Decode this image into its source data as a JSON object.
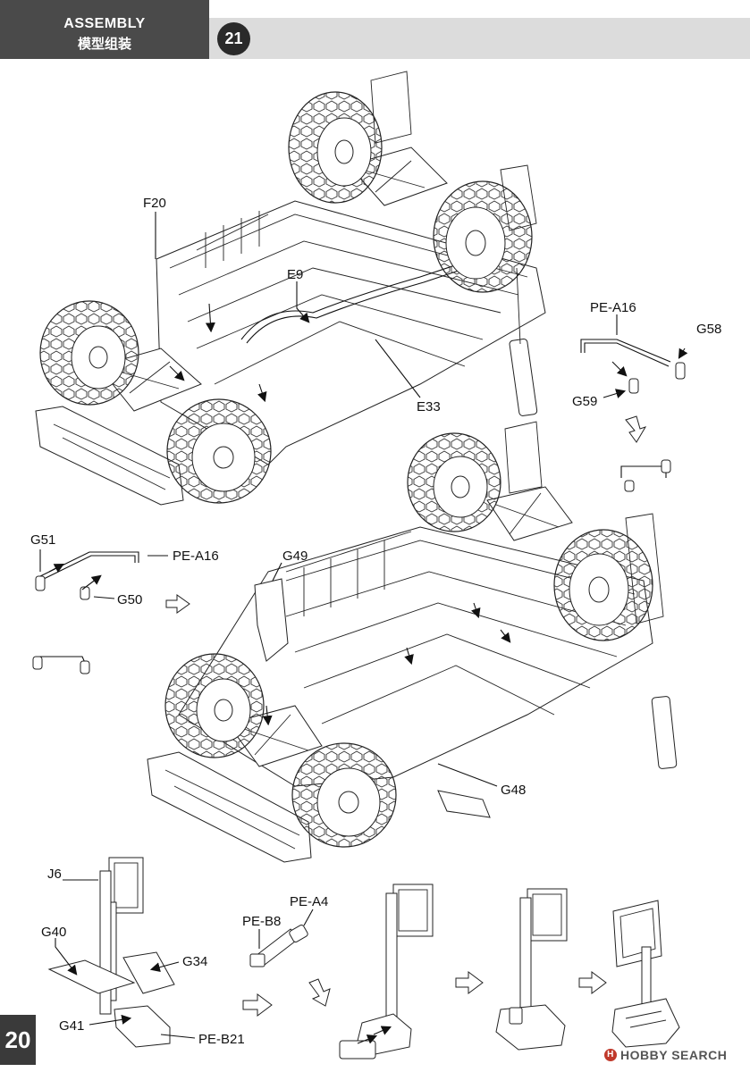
{
  "header": {
    "title": "ASSEMBLY",
    "subtitle": "模型组装",
    "step_number": "21"
  },
  "page_number": "20",
  "part_labels": {
    "f20": "F20",
    "e9": "E9",
    "e33": "E33",
    "pe_a16_top": "PE-A16",
    "g58": "G58",
    "g59": "G59",
    "g51": "G51",
    "pe_a16_left": "PE-A16",
    "g50": "G50",
    "g49": "G49",
    "g48": "G48",
    "j6": "J6",
    "g40": "G40",
    "g34": "G34",
    "g41": "G41",
    "pe_b21": "PE-B21",
    "pe_a4": "PE-A4",
    "pe_b8": "PE-B8"
  },
  "watermark": {
    "text": "HOBBY SEARCH",
    "logo": "H"
  },
  "colors": {
    "header_dark": "#4a4a4a",
    "header_light": "#dcdcdc",
    "badge": "#2a2a2a"
  }
}
